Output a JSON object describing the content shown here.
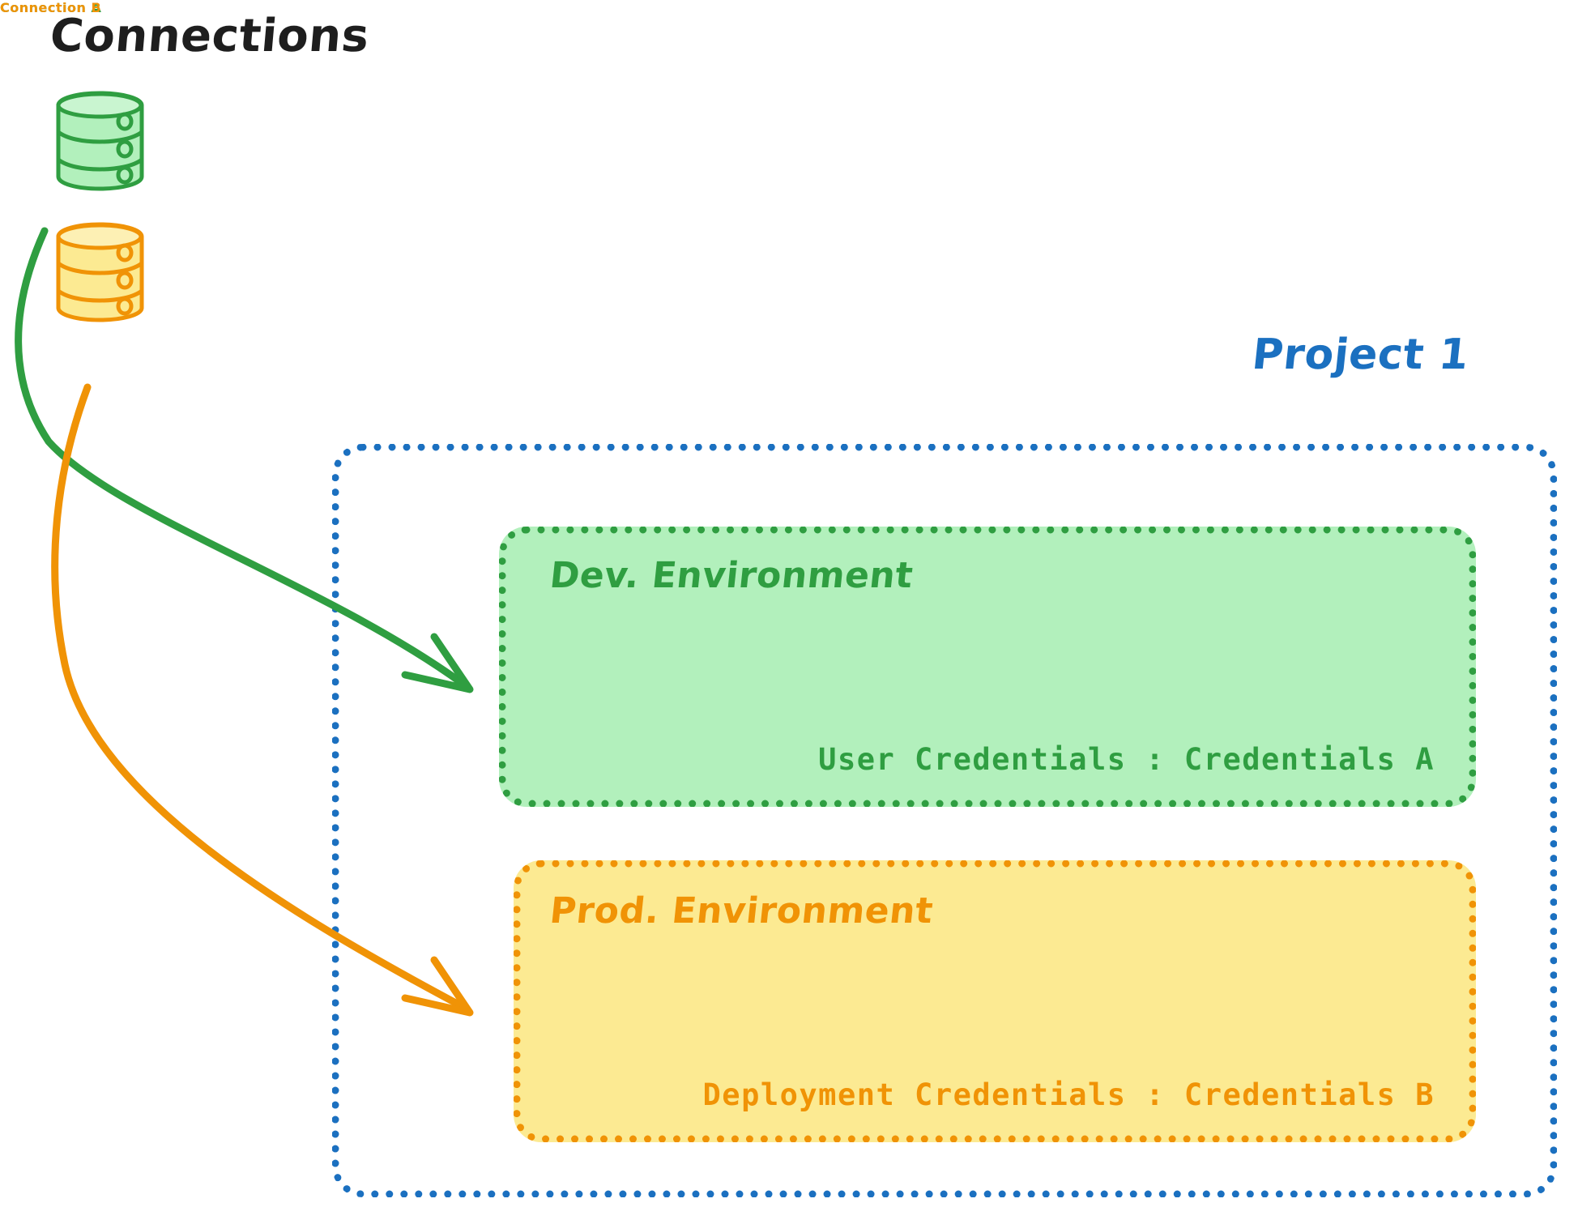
{
  "diagram": {
    "title": "Connections",
    "background": "#ffffff",
    "colors": {
      "green_stroke": "#2f9e41",
      "green_fill": "#b2f0bc",
      "orange_stroke": "#f09306",
      "orange_fill": "#fcea92",
      "blue_stroke": "#1b70c0",
      "title_color": "#1e1e1e"
    }
  },
  "connections": [
    {
      "id": "connection-a",
      "label": "Connection A",
      "icon": "database-cylinder-icon",
      "color": "#2f9e41"
    },
    {
      "id": "connection-b",
      "label": "Connection B",
      "icon": "database-cylinder-icon",
      "color": "#f09306"
    }
  ],
  "project": {
    "label": "Project 1",
    "color": "#1b70c0",
    "environments": [
      {
        "id": "dev-environment",
        "title": "Dev. Environment",
        "credentials_label": "User Credentials : Credentials A",
        "color": "#2f9e41",
        "fill": "#b2f0bc"
      },
      {
        "id": "prod-environment",
        "title": "Prod. Environment",
        "credentials_label": "Deployment Credentials : Credentials B",
        "color": "#f09306",
        "fill": "#fcea92"
      }
    ]
  },
  "arrows": [
    {
      "id": "arrow-connection-a-to-dev",
      "from": "connection-a",
      "to": "dev-environment",
      "color": "#2f9e41"
    },
    {
      "id": "arrow-connection-b-to-prod",
      "from": "connection-b",
      "to": "prod-environment",
      "color": "#f09306"
    }
  ]
}
